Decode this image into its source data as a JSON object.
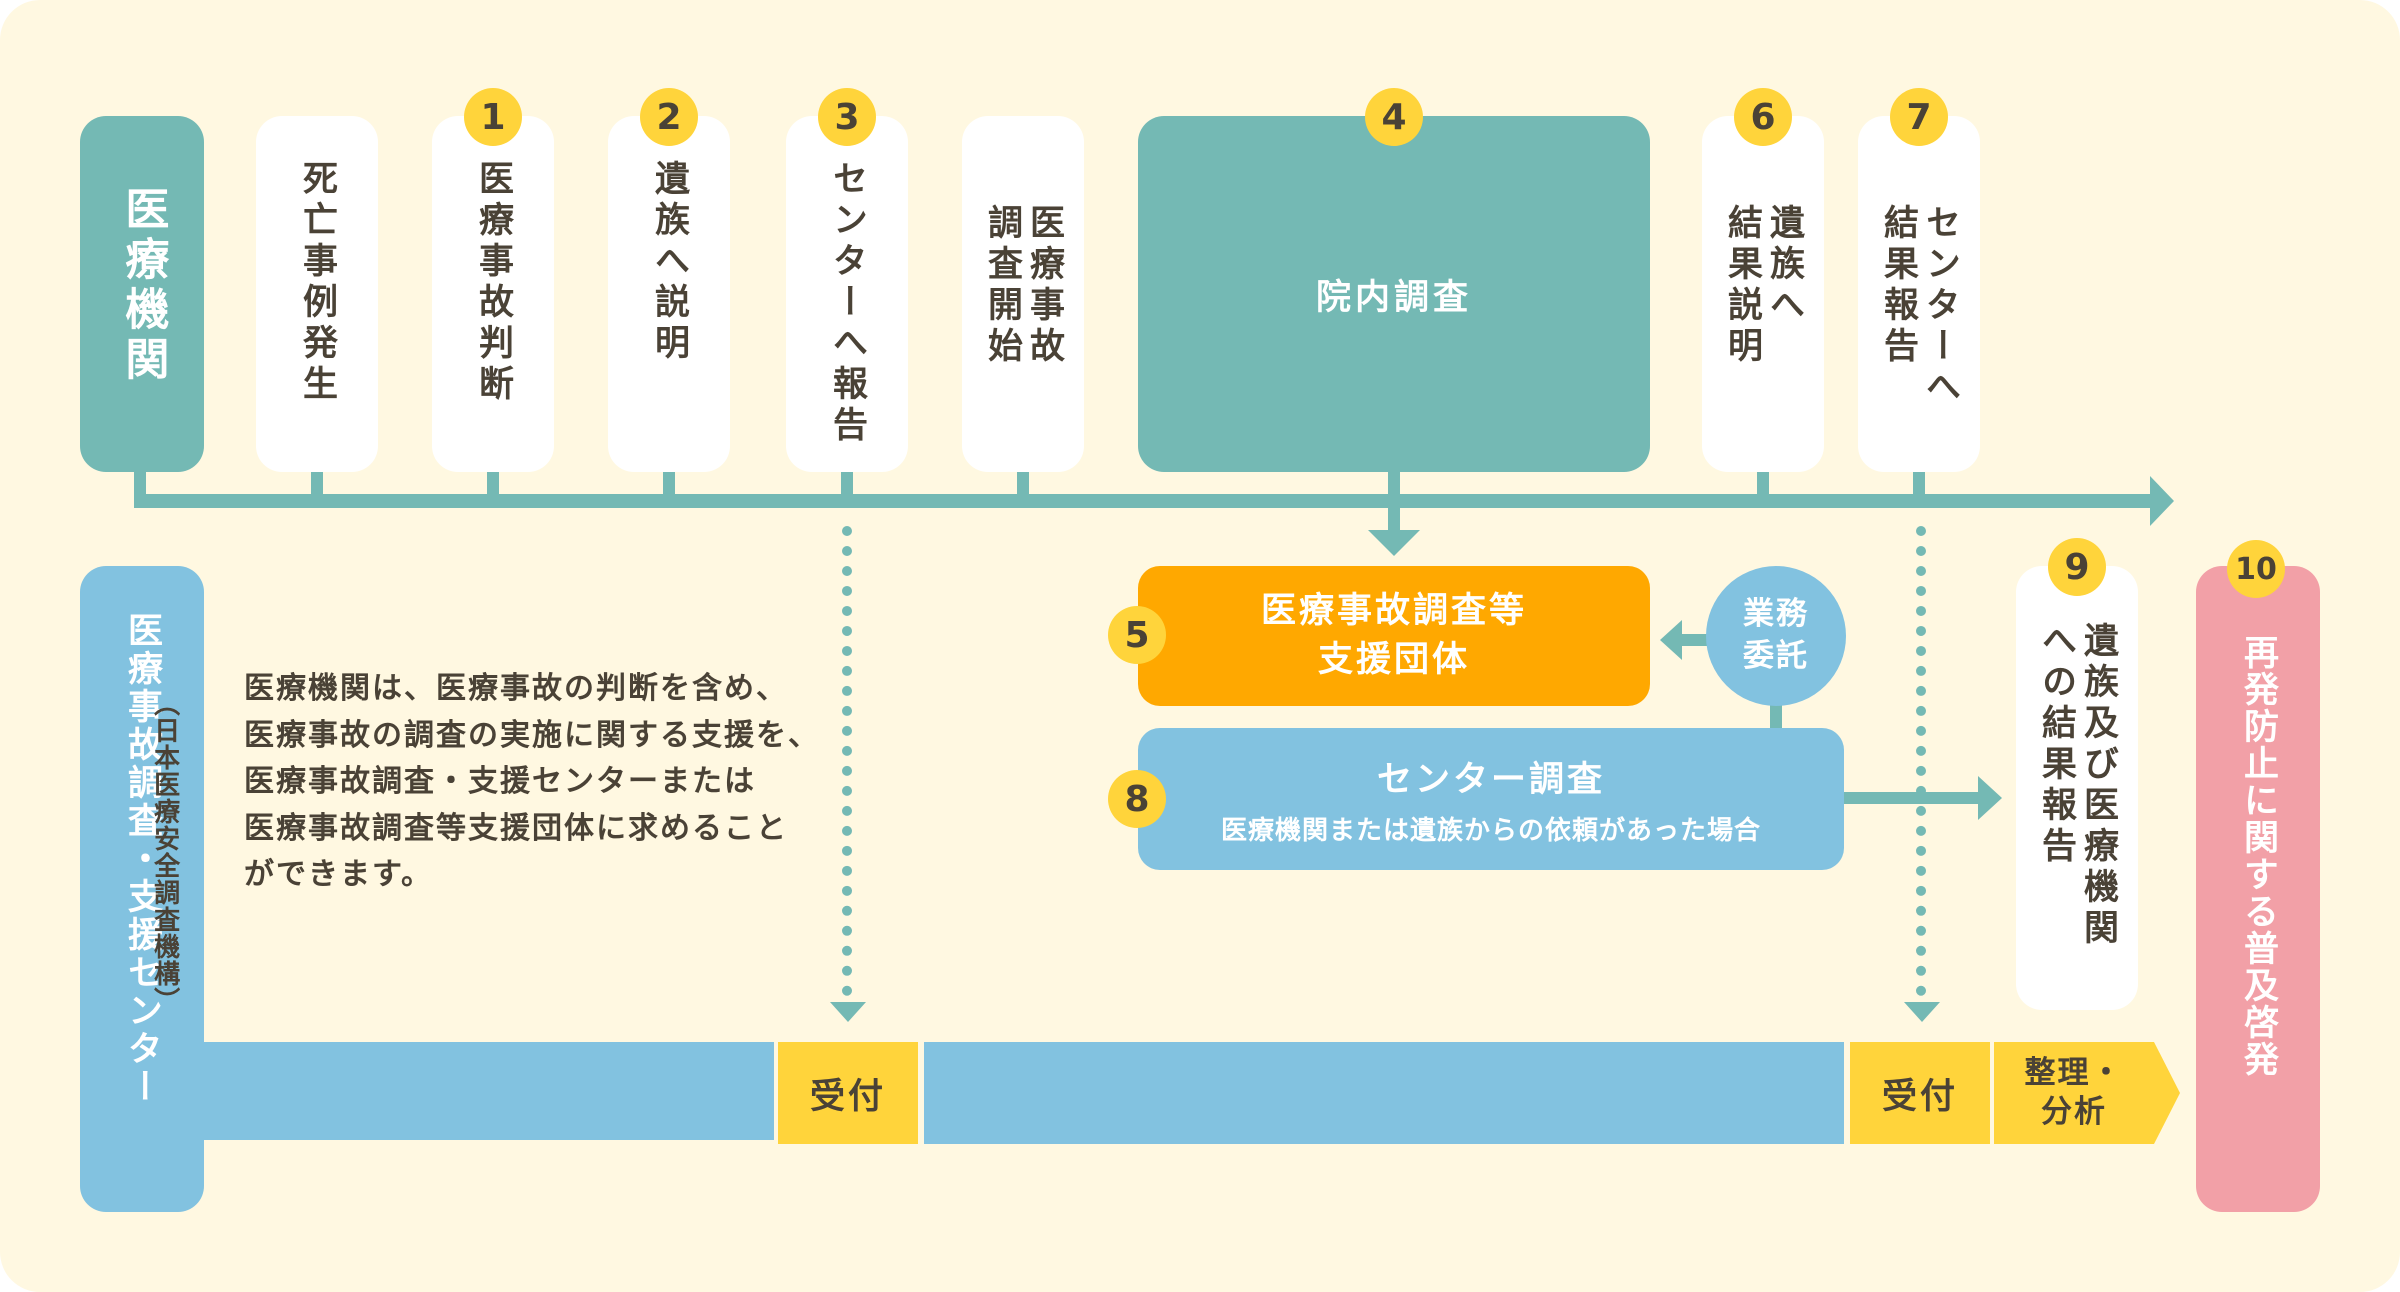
{
  "colors": {
    "background": "#fff8e1",
    "teal": "#74b9b4",
    "blue": "#82c2e0",
    "orange": "#ffa800",
    "yellow": "#ffd43b",
    "pink": "#f2a0a7",
    "white": "#ffffff",
    "text_dark": "#4a4236"
  },
  "medical_institution": {
    "label": "医療機関",
    "steps": [
      {
        "badge": "",
        "label": "死亡事例発生"
      },
      {
        "badge": "1",
        "label": "医療事故判断"
      },
      {
        "badge": "2",
        "label": "遺族へ説明"
      },
      {
        "badge": "3",
        "label": "センターへ報告"
      },
      {
        "badge": "",
        "label": "医療事故\n調査開始"
      },
      {
        "badge": "4",
        "label": "院内調査"
      },
      {
        "badge": "6",
        "label": "遺族へ\n結果説明"
      },
      {
        "badge": "7",
        "label": "センターへ\n結果報告"
      }
    ]
  },
  "support_org": {
    "badge": "5",
    "label": "医療事故調査等\n支援団体"
  },
  "outsourcing": {
    "label": "業務\n委託"
  },
  "center_investigation": {
    "badge": "8",
    "title": "センター調査",
    "subtitle": "医療機関または遺族からの依頼があった場合"
  },
  "result_report": {
    "badge": "9",
    "label": "遺族及び医療機関\nへの結果報告"
  },
  "center": {
    "label": "医療事故調査・支援センター",
    "sublabel": "（日本医療安全調査機構）",
    "note": "医療機関は、医療事故の判断を含め、\n医療事故の調査の実施に関する支援を、\n医療事故調査・支援センターまたは\n医療事故調査等支援団体に求めること\nができます。",
    "reception_1": "受付",
    "reception_2": "受付",
    "analysis": "整理・\n分析"
  },
  "prevention": {
    "badge": "10",
    "label": "再発防止に関する普及啓発"
  }
}
